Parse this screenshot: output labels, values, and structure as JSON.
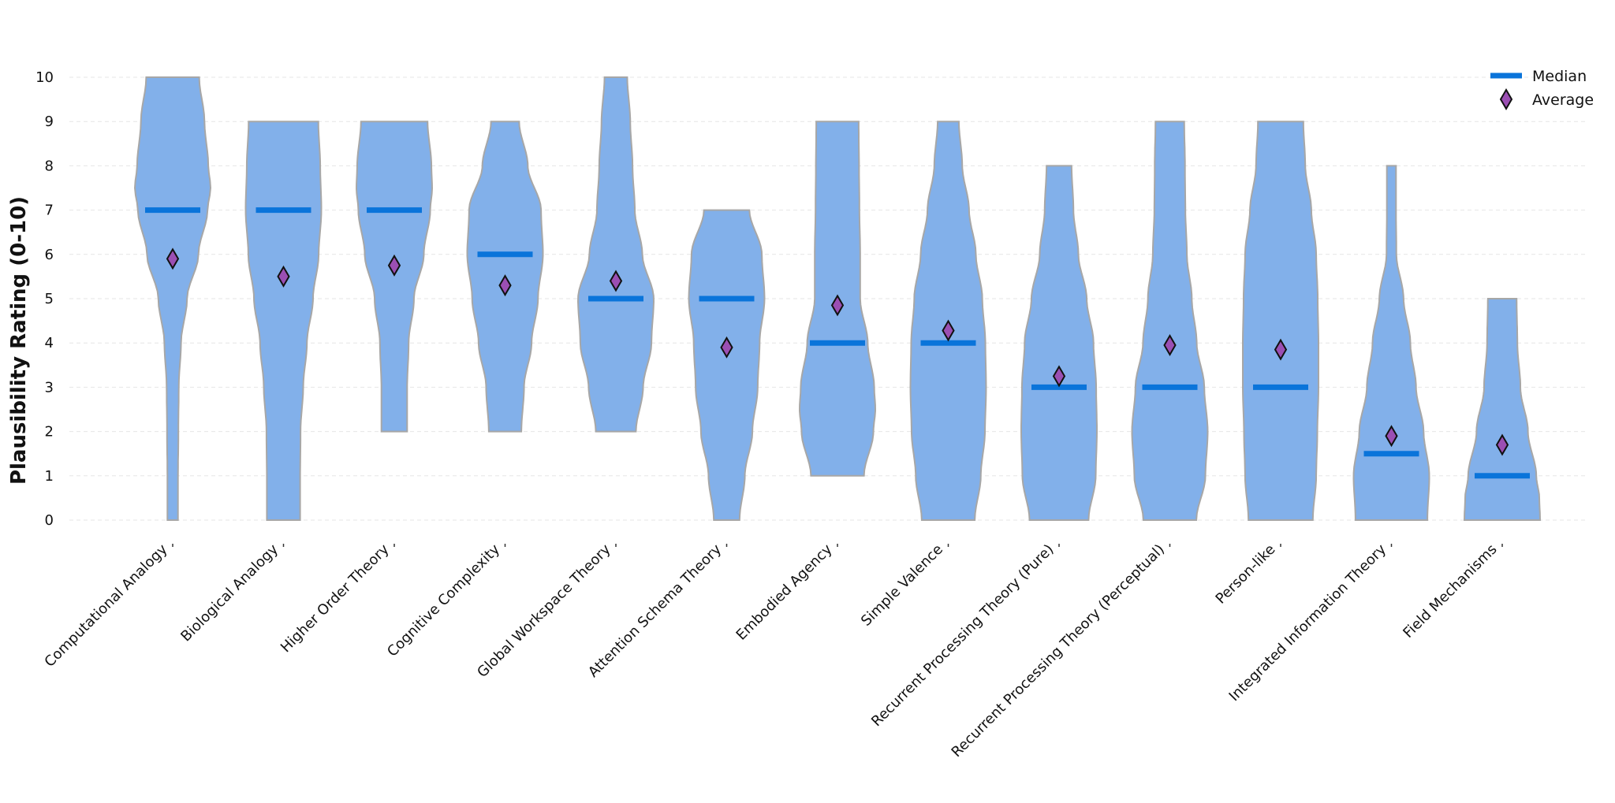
{
  "chart_data": {
    "type": "violin",
    "title": "",
    "xlabel": "",
    "ylabel": "Plausibility Rating (0-10)",
    "ylim": [
      0,
      10
    ],
    "yticks": [
      0,
      1,
      2,
      3,
      4,
      5,
      6,
      7,
      8,
      9,
      10
    ],
    "grid": "horizontal-dashed",
    "legend": {
      "placement": "top-right",
      "entries": [
        {
          "label": "Median",
          "marker": "line"
        },
        {
          "label": "Average",
          "marker": "diamond"
        }
      ]
    },
    "colors": {
      "violin_fill": "#82b0ea",
      "violin_edge": "#a7a7a7",
      "median": "#0a74da",
      "average_fill": "#9b4fb3",
      "average_edge": "#111111",
      "grid": "#e6e6e6"
    },
    "categories": [
      "Computational Analogy",
      "Biological Analogy",
      "Higher Order Theory",
      "Cognitive Complexity",
      "Global Workspace Theory",
      "Attention Schema Theory",
      "Embodied Agency",
      "Simple Valence",
      "Recurrent Processing Theory (Pure)",
      "Recurrent Processing Theory (Perceptual)",
      "Person-like",
      "Integrated Information Theory",
      "Field Mechanisms"
    ],
    "violins": [
      {
        "min": 0,
        "max": 10,
        "median": 7,
        "average": 5.9,
        "density": [
          [
            0,
            0.14
          ],
          [
            1,
            0.14
          ],
          [
            2,
            0.15
          ],
          [
            3,
            0.16
          ],
          [
            4,
            0.22
          ],
          [
            5,
            0.38
          ],
          [
            6,
            0.68
          ],
          [
            7,
            0.92
          ],
          [
            7.5,
            1.0
          ],
          [
            8,
            0.94
          ],
          [
            9,
            0.84
          ],
          [
            10,
            0.7
          ]
        ]
      },
      {
        "min": 0,
        "max": 9,
        "median": 7,
        "average": 5.5,
        "density": [
          [
            0,
            0.44
          ],
          [
            1,
            0.44
          ],
          [
            2,
            0.45
          ],
          [
            3,
            0.52
          ],
          [
            4,
            0.62
          ],
          [
            5,
            0.78
          ],
          [
            6,
            0.93
          ],
          [
            7,
            1.0
          ],
          [
            8,
            0.97
          ],
          [
            9,
            0.92
          ]
        ]
      },
      {
        "min": 2,
        "max": 9,
        "median": 7,
        "average": 5.75,
        "density": [
          [
            2,
            0.34
          ],
          [
            3,
            0.34
          ],
          [
            4,
            0.38
          ],
          [
            5,
            0.52
          ],
          [
            6,
            0.78
          ],
          [
            7,
            0.95
          ],
          [
            7.5,
            1.0
          ],
          [
            8,
            0.98
          ],
          [
            9,
            0.88
          ]
        ]
      },
      {
        "min": 2,
        "max": 9,
        "median": 6,
        "average": 5.3,
        "density": [
          [
            2,
            0.43
          ],
          [
            3,
            0.5
          ],
          [
            4,
            0.7
          ],
          [
            5,
            0.87
          ],
          [
            6,
            1.0
          ],
          [
            7,
            0.95
          ],
          [
            8,
            0.6
          ],
          [
            9,
            0.37
          ]
        ]
      },
      {
        "min": 2,
        "max": 10,
        "median": 5,
        "average": 5.4,
        "density": [
          [
            2,
            0.53
          ],
          [
            3,
            0.72
          ],
          [
            4,
            0.94
          ],
          [
            5,
            1.0
          ],
          [
            6,
            0.7
          ],
          [
            7,
            0.5
          ],
          [
            8,
            0.44
          ],
          [
            9,
            0.38
          ],
          [
            10,
            0.3
          ]
        ]
      },
      {
        "min": 0,
        "max": 7,
        "median": 5,
        "average": 3.9,
        "density": [
          [
            0,
            0.34
          ],
          [
            1,
            0.48
          ],
          [
            2,
            0.68
          ],
          [
            3,
            0.82
          ],
          [
            4,
            0.87
          ],
          [
            5,
            1.0
          ],
          [
            6,
            0.93
          ],
          [
            7,
            0.6
          ]
        ]
      },
      {
        "min": 1,
        "max": 9,
        "median": 4,
        "average": 4.85,
        "density": [
          [
            1,
            0.7
          ],
          [
            2,
            0.95
          ],
          [
            2.5,
            1.0
          ],
          [
            3,
            0.97
          ],
          [
            4,
            0.8
          ],
          [
            5,
            0.6
          ],
          [
            6,
            0.6
          ],
          [
            7,
            0.58
          ],
          [
            8,
            0.57
          ],
          [
            9,
            0.56
          ]
        ]
      },
      {
        "min": 0,
        "max": 9,
        "median": 4,
        "average": 4.28,
        "density": [
          [
            0,
            0.7
          ],
          [
            1,
            0.86
          ],
          [
            2,
            0.97
          ],
          [
            3,
            1.0
          ],
          [
            4,
            0.98
          ],
          [
            5,
            0.9
          ],
          [
            6,
            0.73
          ],
          [
            7,
            0.55
          ],
          [
            8,
            0.37
          ],
          [
            9,
            0.28
          ]
        ]
      },
      {
        "min": 0,
        "max": 8,
        "median": 3,
        "average": 3.25,
        "density": [
          [
            0,
            0.78
          ],
          [
            1,
            0.97
          ],
          [
            2,
            1.0
          ],
          [
            3,
            0.98
          ],
          [
            4,
            0.91
          ],
          [
            5,
            0.73
          ],
          [
            6,
            0.51
          ],
          [
            7,
            0.38
          ],
          [
            8,
            0.33
          ]
        ]
      },
      {
        "min": 0,
        "max": 9,
        "median": 3,
        "average": 3.95,
        "density": [
          [
            0,
            0.7
          ],
          [
            1,
            0.94
          ],
          [
            2,
            1.0
          ],
          [
            3,
            0.91
          ],
          [
            4,
            0.71
          ],
          [
            5,
            0.58
          ],
          [
            6,
            0.45
          ],
          [
            7,
            0.41
          ],
          [
            8,
            0.4
          ],
          [
            9,
            0.38
          ]
        ]
      },
      {
        "min": 0,
        "max": 9,
        "median": 3,
        "average": 3.85,
        "density": [
          [
            0,
            0.85
          ],
          [
            1,
            0.94
          ],
          [
            2,
            0.97
          ],
          [
            3,
            1.0
          ],
          [
            4,
            1.0
          ],
          [
            5,
            0.98
          ],
          [
            6,
            0.94
          ],
          [
            7,
            0.81
          ],
          [
            8,
            0.65
          ],
          [
            9,
            0.6
          ]
        ]
      },
      {
        "min": 0,
        "max": 8,
        "median": 1.5,
        "average": 1.9,
        "density": [
          [
            0,
            0.95
          ],
          [
            1,
            1.0
          ],
          [
            2,
            0.85
          ],
          [
            3,
            0.65
          ],
          [
            4,
            0.5
          ],
          [
            5,
            0.32
          ],
          [
            6,
            0.13
          ],
          [
            7,
            0.12
          ],
          [
            8,
            0.12
          ]
        ]
      },
      {
        "min": 0,
        "max": 5,
        "median": 1,
        "average": 1.7,
        "density": [
          [
            0,
            1.0
          ],
          [
            0.5,
            0.98
          ],
          [
            1,
            0.9
          ],
          [
            2,
            0.68
          ],
          [
            3,
            0.48
          ],
          [
            4,
            0.4
          ],
          [
            5,
            0.38
          ]
        ]
      }
    ]
  }
}
